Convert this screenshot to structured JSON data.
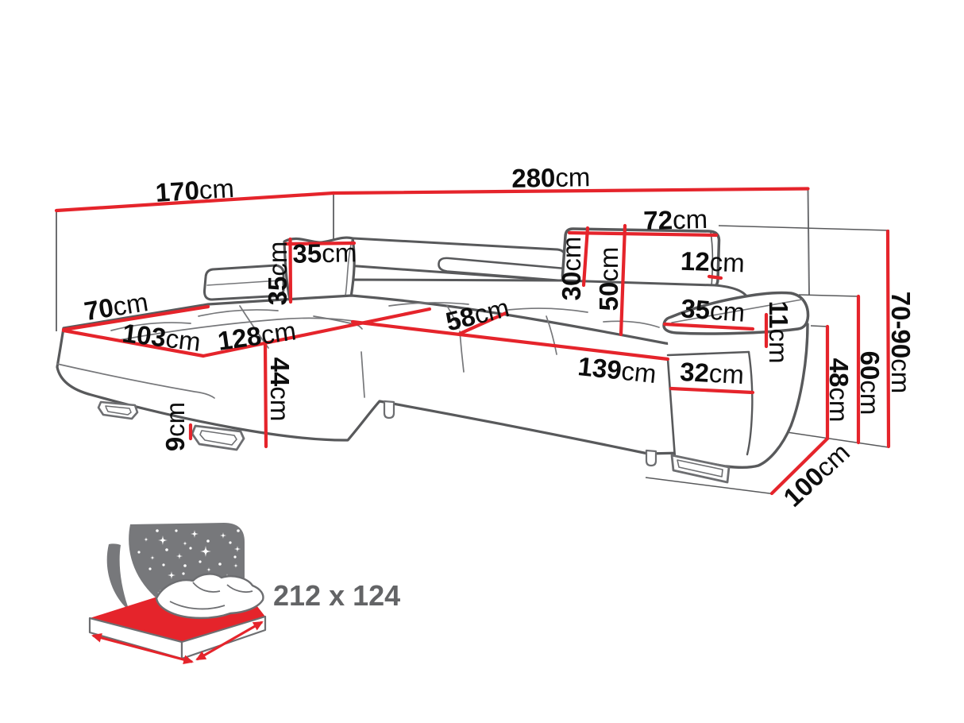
{
  "diagram": {
    "type": "furniture-dimension-diagram",
    "subject": "corner sofa bed with chaise, adjustable headrests and sleeping function"
  },
  "colors": {
    "dimension_line": "#e5242b",
    "outline_dark": "#58595b",
    "outline_light": "#77787b",
    "label_text": "#0d0d0d",
    "icon_gray": "#77787b",
    "sleeping_text": "#636466",
    "background": "#ffffff"
  },
  "dimensions": {
    "wall_left": {
      "value": "170",
      "unit": "cm"
    },
    "wall_back": {
      "value": "280",
      "unit": "cm"
    },
    "pillow_width": {
      "value": "35",
      "unit": "cm"
    },
    "pillow_height": {
      "value": "35",
      "unit": "cm"
    },
    "headrest_width": {
      "value": "72",
      "unit": "cm"
    },
    "headrest_height": {
      "value": "30",
      "unit": "cm"
    },
    "headrest_depth": {
      "value": "12",
      "unit": "cm"
    },
    "backrest_height": {
      "value": "50",
      "unit": "cm"
    },
    "chaise_end": {
      "value": "70",
      "unit": "cm"
    },
    "chaise_width": {
      "value": "103",
      "unit": "cm"
    },
    "chaise_length": {
      "value": "128",
      "unit": "cm"
    },
    "seat_depth": {
      "value": "58",
      "unit": "cm"
    },
    "seat_width": {
      "value": "139",
      "unit": "cm"
    },
    "armrest_top": {
      "value": "35",
      "unit": "cm"
    },
    "armrest_thick": {
      "value": "11",
      "unit": "cm"
    },
    "armrest_front": {
      "value": "32",
      "unit": "cm"
    },
    "seat_height": {
      "value": "44",
      "unit": "cm"
    },
    "leg_height": {
      "value": "9",
      "unit": "cm"
    },
    "armrest_height": {
      "value": "48",
      "unit": "cm"
    },
    "side_height": {
      "value": "60",
      "unit": "cm"
    },
    "total_height": {
      "value": "70-90",
      "unit": "cm"
    },
    "depth_side": {
      "value": "100",
      "unit": "cm"
    }
  },
  "sleeping_area": {
    "label": "212 x 124"
  }
}
